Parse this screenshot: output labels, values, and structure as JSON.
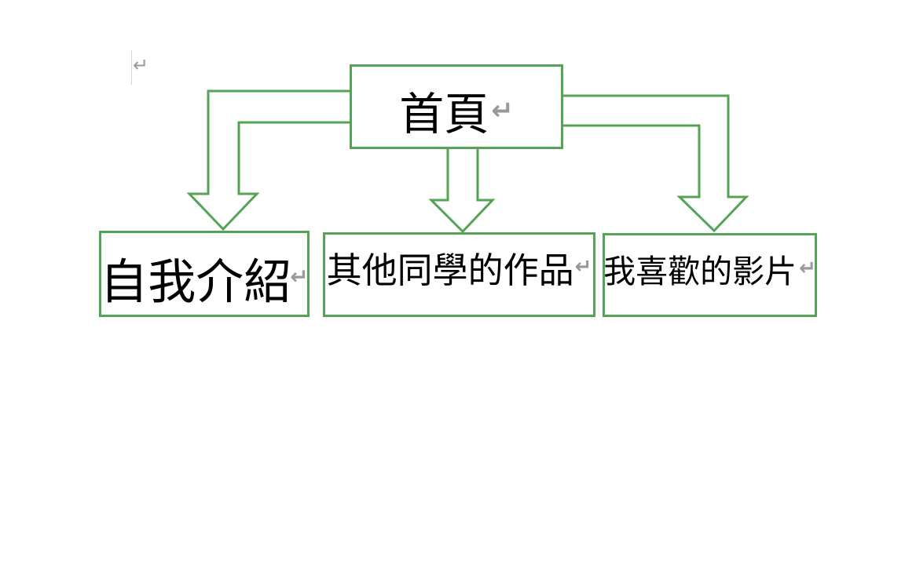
{
  "colors": {
    "green": "#55a455",
    "mark": "#999999",
    "text": "#000000",
    "faintline": "#d8d8d8"
  },
  "diagram": {
    "home": {
      "label": "首頁"
    },
    "intro": {
      "label": "自我介紹"
    },
    "works": {
      "label": "其他同學的作品"
    },
    "videos": {
      "label": "我喜歡的影片"
    },
    "line_break_mark": "↵",
    "paragraph_mark": "↵"
  }
}
